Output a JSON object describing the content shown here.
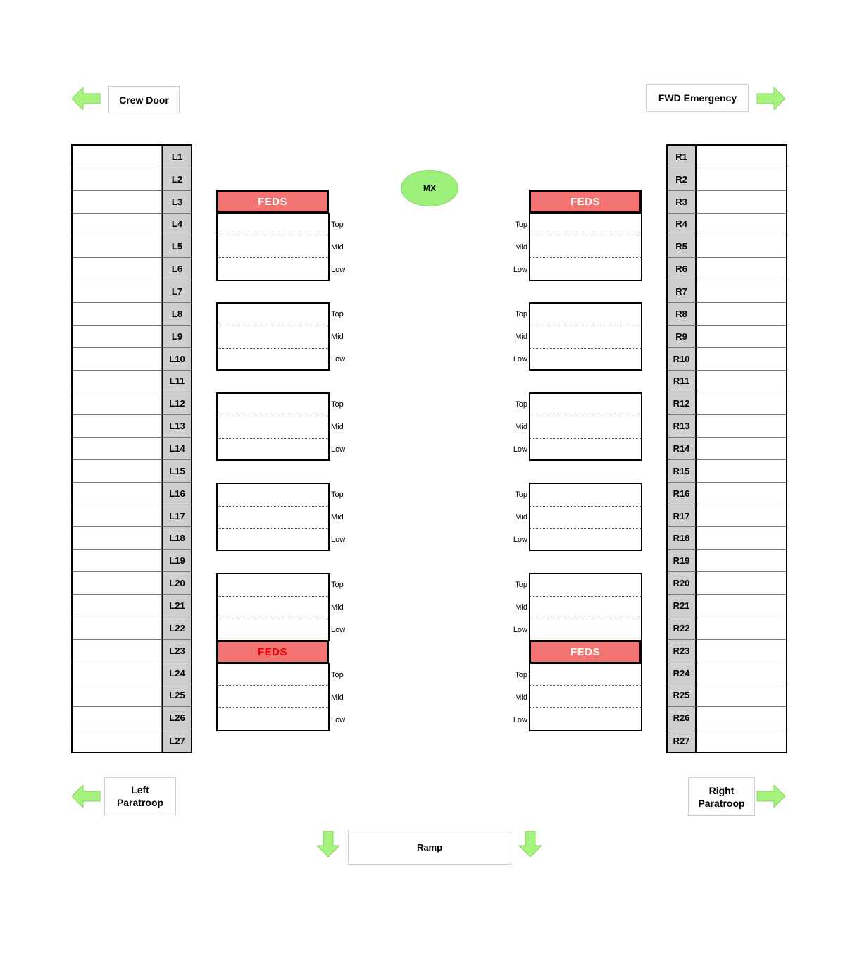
{
  "exits": {
    "crew_door": "Crew Door",
    "fwd_emergency": "FWD Emergency",
    "left_paratroop": [
      "Left",
      "Paratroop"
    ],
    "right_paratroop": [
      "Right",
      "Paratroop"
    ],
    "ramp": "Ramp"
  },
  "mx_label": "MX",
  "feds_label": "FEDS",
  "rack_levels": [
    "Top",
    "Mid",
    "Low"
  ],
  "left_seats": [
    "L1",
    "L2",
    "L3",
    "L4",
    "L5",
    "L6",
    "L7",
    "L8",
    "L9",
    "L10",
    "L11",
    "L12",
    "L13",
    "L14",
    "L15",
    "L16",
    "L17",
    "L18",
    "L19",
    "L20",
    "L21",
    "L22",
    "L23",
    "L24",
    "L25",
    "L26",
    "L27"
  ],
  "right_seats": [
    "R1",
    "R2",
    "R3",
    "R4",
    "R5",
    "R6",
    "R7",
    "R8",
    "R9",
    "R10",
    "R11",
    "R12",
    "R13",
    "R14",
    "R15",
    "R16",
    "R17",
    "R18",
    "R19",
    "R20",
    "R21",
    "R22",
    "R23",
    "R24",
    "R25",
    "R26",
    "R27"
  ],
  "colors": {
    "feds_fill": "#f37372",
    "feds_text_red": "#ee0000",
    "arrow_green": "#a6f47d",
    "mx_fill": "#9cf07a",
    "seat_label_fill": "#cfcfcf"
  }
}
